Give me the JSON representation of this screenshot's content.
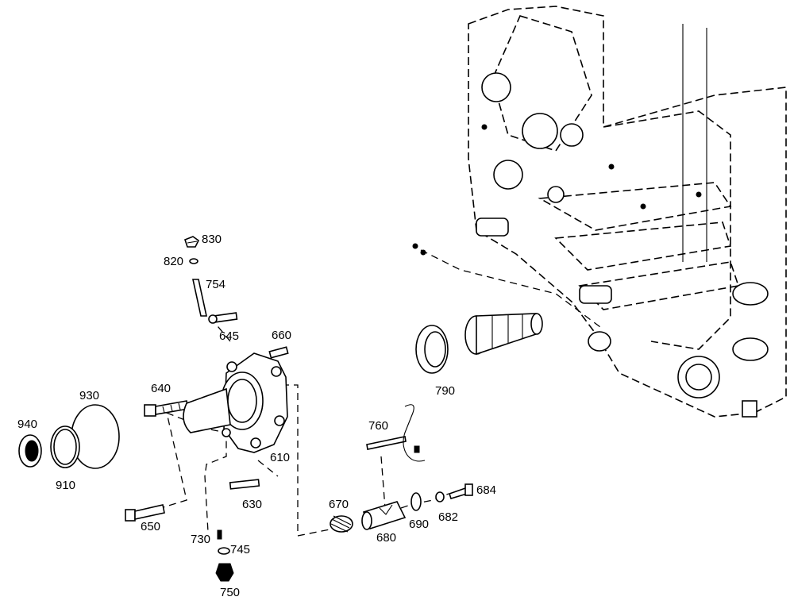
{
  "labels": {
    "p830": "830",
    "p820": "820",
    "p754": "754",
    "p645": "645",
    "p660": "660",
    "p640": "640",
    "p930": "930",
    "p940": "940",
    "p910": "910",
    "p610": "610",
    "p630": "630",
    "p650": "650",
    "p730": "730",
    "p745": "745",
    "p750": "750",
    "p670": "670",
    "p680": "680",
    "p690": "690",
    "p682": "682",
    "p684": "684",
    "p760": "760",
    "p790": "790"
  }
}
